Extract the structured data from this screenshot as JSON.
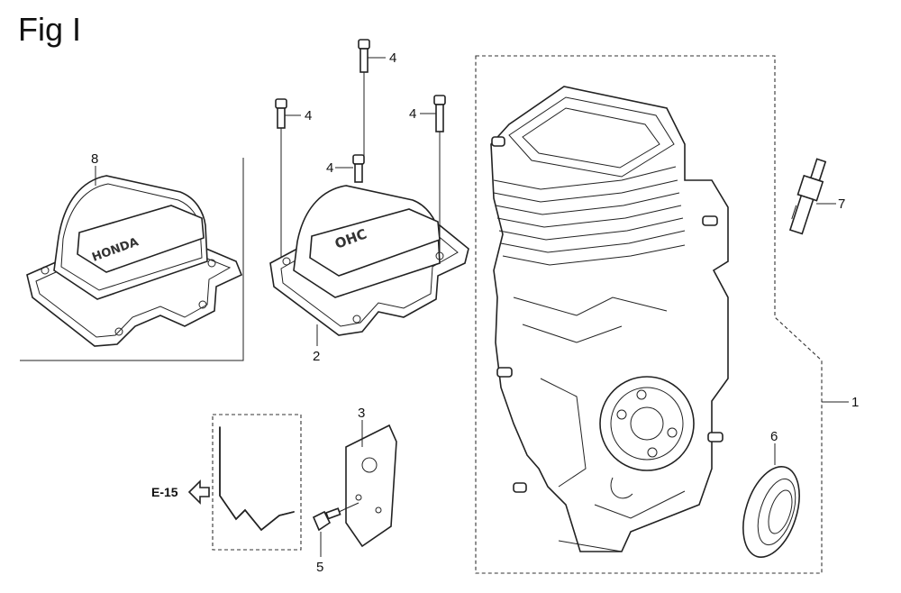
{
  "figure": {
    "title": "Fig I"
  },
  "callouts": {
    "c1": "1",
    "c2": "2",
    "c3": "3",
    "c4": "4",
    "c5": "5",
    "c6": "6",
    "c7": "7",
    "c8": "8"
  },
  "cross_ref": {
    "label": "E-15"
  },
  "part_lettering": {
    "cover_8_logo": "HONDA",
    "cover_2_logo": "OHC"
  }
}
